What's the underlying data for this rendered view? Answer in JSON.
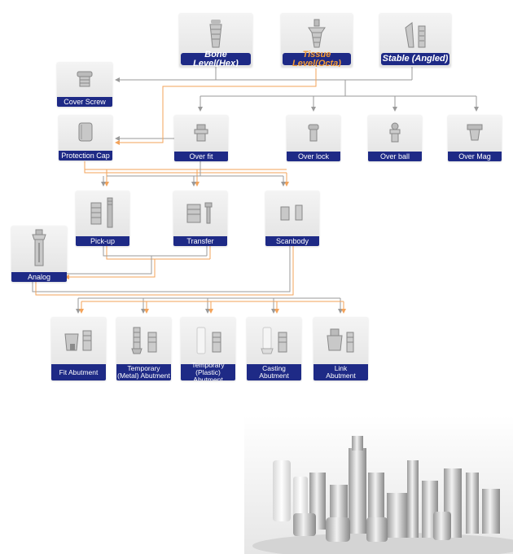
{
  "nodes": {
    "bone_level": {
      "label": "Bone Level(Hex)"
    },
    "tissue_level": {
      "label": "Tissue Level(Octa)"
    },
    "stable": {
      "label": "Stable (Angled)"
    },
    "cover_screw": {
      "label": "Cover Screw"
    },
    "protection_cap": {
      "label": "Protection Cap"
    },
    "over_fit": {
      "label": "Over fit"
    },
    "over_lock": {
      "label": "Over lock"
    },
    "over_ball": {
      "label": "Over ball"
    },
    "over_mag": {
      "label": "Over Mag"
    },
    "pick_up": {
      "label": "Pick-up"
    },
    "transfer": {
      "label": "Transfer"
    },
    "scanbody": {
      "label": "Scanbody"
    },
    "analog": {
      "label": "Analog"
    },
    "fit_abutment": {
      "label": "Fit Abutment"
    },
    "temp_metal": {
      "label_line1": "Temporary",
      "label_line2": "(Metal) Abutment"
    },
    "temp_plastic": {
      "label_line1": "Temporary",
      "label_line2": "(Plastic) Abutment"
    },
    "casting_abutment": {
      "label": "Casting Abutment"
    },
    "link_abutment": {
      "label_line1": "Link",
      "label_line2": "Abutment"
    }
  },
  "colors": {
    "label_bg": "#1e2a86",
    "highlight_text": "#f39a36",
    "gray_line": "#9a9a9a",
    "orange_line": "#f3a35a"
  },
  "icons": {
    "component": "implant-part-icon",
    "product_photo": "implant-components-photo"
  }
}
